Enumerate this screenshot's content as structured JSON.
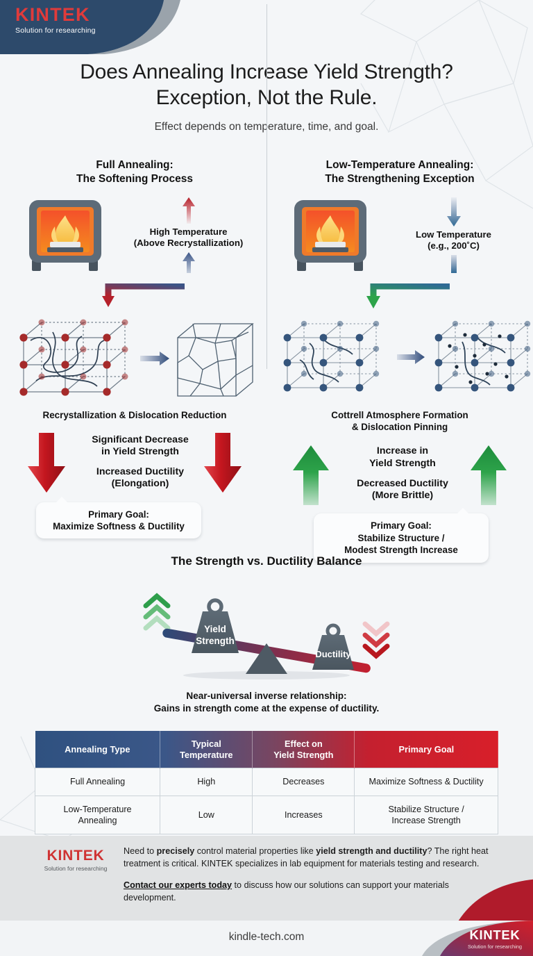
{
  "brand": {
    "name": "KINTEK",
    "tagline": "Solution for researching",
    "logo_red": "#e03b3b",
    "blob_navy": "#2d4a6b"
  },
  "header": {
    "title_line1": "Does Annealing Increase Yield Strength?",
    "title_line2": "Exception, Not the Rule.",
    "subtitle": "Effect depends on temperature, time, and goal."
  },
  "columns": [
    {
      "id": "full-annealing",
      "head_line1": "Full Annealing:",
      "head_line2": "The Softening Process",
      "furnace_icon": "furnace-flame-icon",
      "temp_line1": "High Temperature",
      "temp_line2": "(Above Recrystallization)",
      "temp_arrow_direction": "up",
      "temp_arrow_color": "#c0202a",
      "lattice_before_icon": "lattice-dislocation-red-icon",
      "lattice_after_icon": "grain-structure-cube-icon",
      "caption": "Recrystallization & Dislocation Reduction",
      "outcome_1a": "Significant Decrease",
      "outcome_1b": "in Yield Strength",
      "outcome_2a": "Increased Ductility",
      "outcome_2b": "(Elongation)",
      "outcome_arrow_direction": "down",
      "outcome_arrow_color": "#cf1f27",
      "goal_line1": "Primary Goal:",
      "goal_line2": "Maximize Softness & Ductility",
      "goal_line3": ""
    },
    {
      "id": "low-temperature-annealing",
      "head_line1": "Low-Temperature Annealing:",
      "head_line2": "The Strengthening Exception",
      "furnace_icon": "furnace-flame-icon",
      "temp_line1": "Low Temperature",
      "temp_line2": "(e.g., 200˚C)",
      "temp_arrow_direction": "down",
      "temp_arrow_color": "#2f6a95",
      "lattice_before_icon": "lattice-dislocation-blue-icon",
      "lattice_after_icon": "lattice-pinned-blue-icon",
      "caption_line1": "Cottrell Atmosphere Formation",
      "caption_line2": "& Dislocation Pinning",
      "outcome_1a": "Increase in",
      "outcome_1b": "Yield Strength",
      "outcome_2a": "Decreased Ductility",
      "outcome_2b": "(More Brittle)",
      "outcome_arrow_direction": "up",
      "outcome_arrow_color": "#2da34a",
      "goal_line1": "Primary Goal:",
      "goal_line2": "Stabilize Structure /",
      "goal_line3": "Modest Strength Increase"
    }
  ],
  "balance": {
    "title": "The Strength vs. Ductility Balance",
    "left_weight_line1": "Yield",
    "left_weight_line2": "Strength",
    "right_weight": "Ductility",
    "left_chevron_icon": "chevron-up-green-icon",
    "right_chevron_icon": "chevron-down-red-icon",
    "note_line1": "Near-universal inverse relationship:",
    "note_line2": "Gains in strength come at the expense of ductility.",
    "beam_start_color": "#2c4a78",
    "beam_end_color": "#c4202f"
  },
  "table": {
    "headers": [
      "Annealing Type",
      "Typical\nTemperature",
      "Effect on\nYield Strength",
      "Primary Goal"
    ],
    "header_col1": "Annealing Type",
    "header_col2a": "Typical",
    "header_col2b": "Temperature",
    "header_col3a": "Effect on",
    "header_col3b": "Yield Strength",
    "header_col4": "Primary Goal",
    "rows": [
      {
        "type": "Full Annealing",
        "temperature": "High",
        "effect": "Decreases",
        "goal_line1": "Maximize Softness & Ductility",
        "goal_line2": ""
      },
      {
        "type_line1": "Low-Temperature",
        "type_line2": "Annealing",
        "temperature": "Low",
        "effect": "Increases",
        "goal_line1": "Stabilize Structure /",
        "goal_line2": "Increase Strength"
      }
    ]
  },
  "cta": {
    "logo_name": "KINTEK",
    "logo_tagline": "Solution for researching",
    "p1_a": "Need to ",
    "p1_b": "precisely",
    "p1_c": " control material properties like ",
    "p1_d": "yield strength and ductility",
    "p1_e": "? The right heat treatment is critical. KINTEK specializes in lab equipment for materials testing and research.",
    "p2_link": "Contact our experts today",
    "p2_rest": " to discuss how our solutions can support your materials development."
  },
  "bottom": {
    "url": "kindle-tech.com",
    "logo_name": "KINTEK",
    "logo_tagline": "Solution for researching"
  }
}
